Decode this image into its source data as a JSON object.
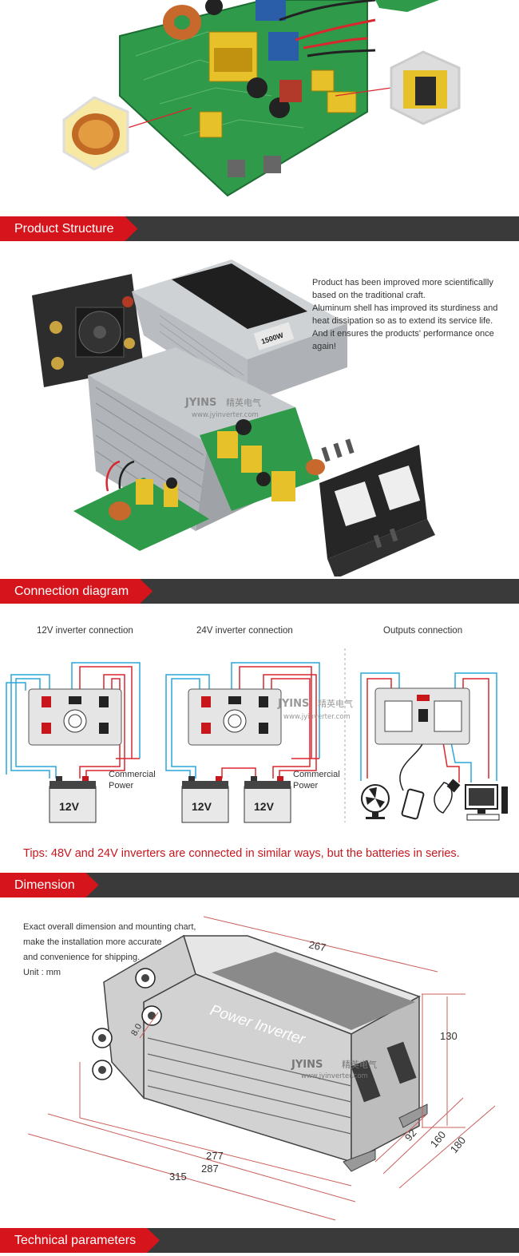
{
  "sections": {
    "structure": "Product Structure",
    "connection": "Connection diagram",
    "dimension": "Dimension",
    "technical": "Technical parameters"
  },
  "structure_text": [
    "Product has been improved more scientificallly based on the traditional craft.",
    "Aluminum shell has improved its sturdiness and heat dissipation so as to extend its service life.",
    "And it ensures the products' performance once again!"
  ],
  "inverter_label": "1500W",
  "brand": {
    "name": "JYINS",
    "cn": "精英电气",
    "url": "www.jyinverter.com"
  },
  "connection": {
    "label_12v": "12V inverter connection",
    "label_24v": "24V inverter connection",
    "label_outputs": "Outputs connection",
    "commercial_power": [
      "Commercial",
      "Power"
    ],
    "battery": "12V",
    "tips": "Tips: 48V and 24V inverters are connected in similar ways, but the batteries in series."
  },
  "dimension": {
    "text": [
      "Exact overall dimension and mounting chart,",
      "make the installation more accurate",
      "and convenience for shipping.",
      "Unit : mm"
    ],
    "product_label": "Power Inverter",
    "values": {
      "top": "267",
      "height": "130",
      "terminal": "8.0",
      "base1": "277",
      "base2": "287",
      "base3": "315",
      "depth1": "92",
      "depth2": "160",
      "depth3": "180"
    }
  },
  "colors": {
    "accent": "#d6141b",
    "bar": "#3a3a3a",
    "wire_red": "#d9272e",
    "wire_blue": "#2aa6d8",
    "pcb": "#2f9a4a"
  }
}
